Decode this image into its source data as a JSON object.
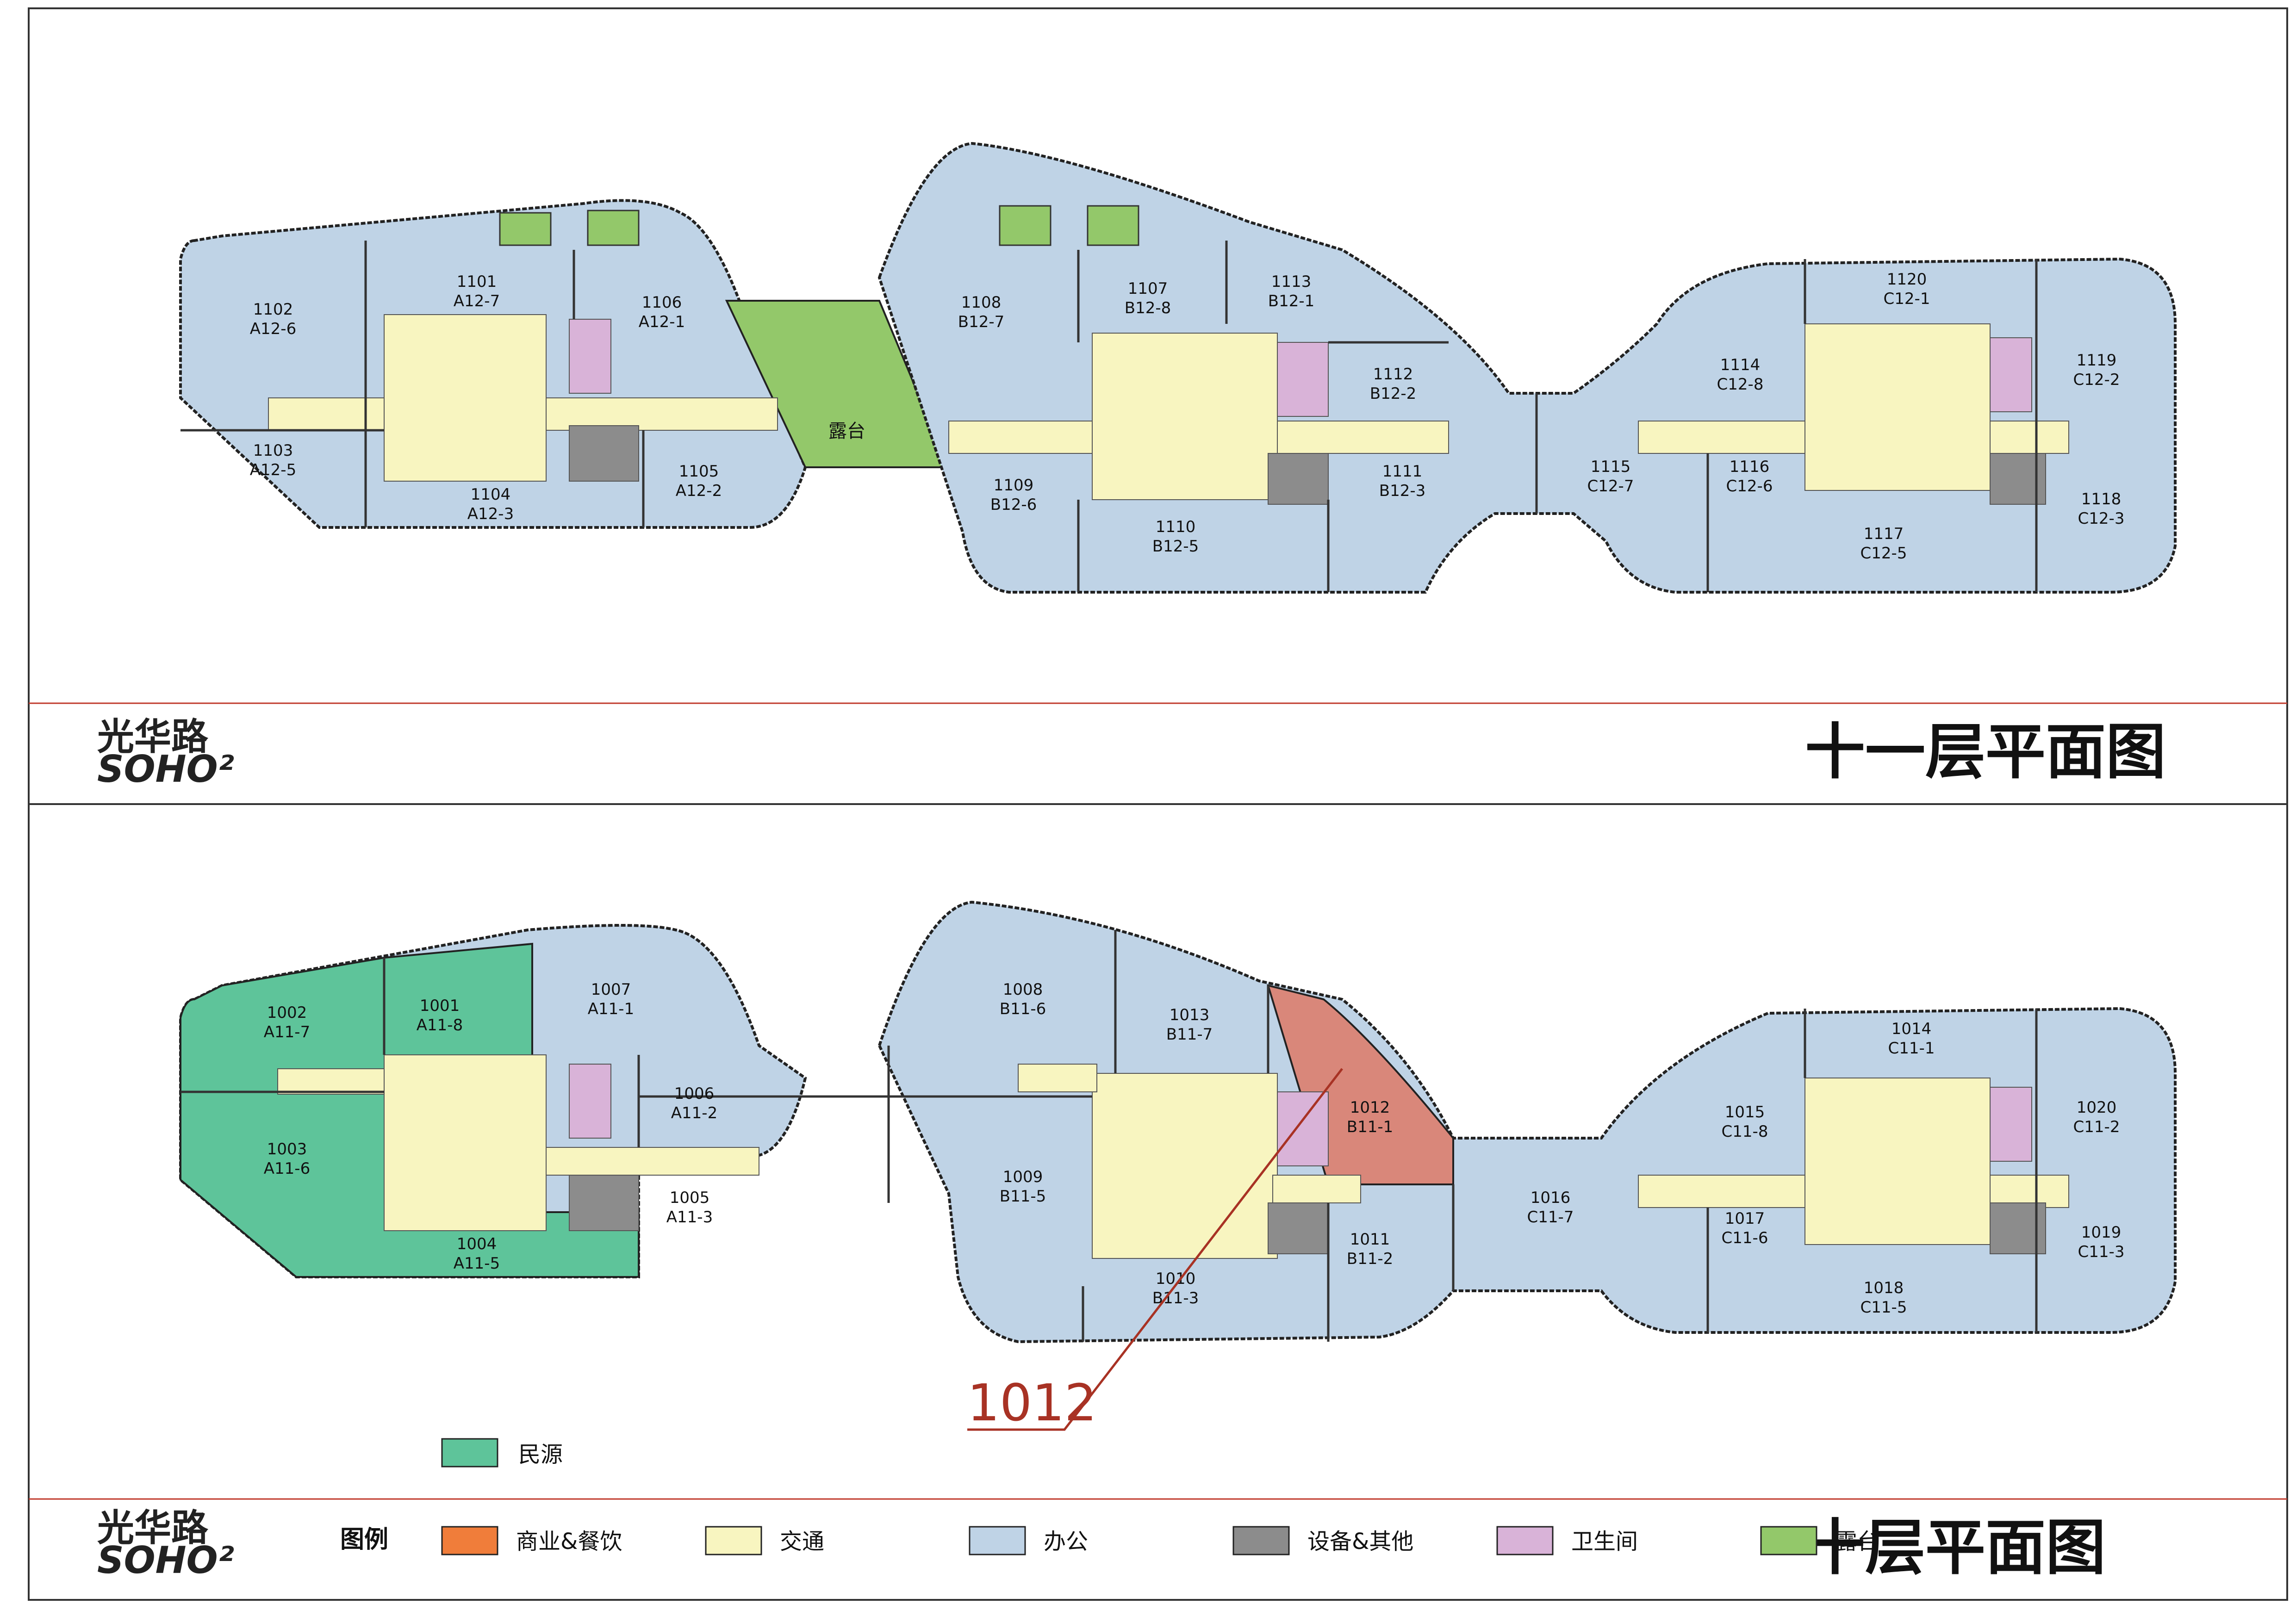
{
  "brand": {
    "line1": "光华路",
    "line2": "SOHO²"
  },
  "floors": [
    {
      "title": "十一层平面图",
      "units": [
        {
          "num": "1101",
          "code": "A12-7"
        },
        {
          "num": "1102",
          "code": "A12-6"
        },
        {
          "num": "1103",
          "code": "A12-5"
        },
        {
          "num": "1104",
          "code": "A12-3"
        },
        {
          "num": "1105",
          "code": "A12-2"
        },
        {
          "num": "1106",
          "code": "A12-1"
        },
        {
          "num": "1107",
          "code": "B12-8"
        },
        {
          "num": "1108",
          "code": "B12-7"
        },
        {
          "num": "1109",
          "code": "B12-6"
        },
        {
          "num": "1110",
          "code": "B12-5"
        },
        {
          "num": "1111",
          "code": "B12-3"
        },
        {
          "num": "1112",
          "code": "B12-2"
        },
        {
          "num": "1113",
          "code": "B12-1"
        },
        {
          "num": "1114",
          "code": "C12-8"
        },
        {
          "num": "1115",
          "code": "C12-7"
        },
        {
          "num": "1116",
          "code": "C12-6"
        },
        {
          "num": "1117",
          "code": "C12-5"
        },
        {
          "num": "1118",
          "code": "C12-3"
        },
        {
          "num": "1119",
          "code": "C12-2"
        },
        {
          "num": "1120",
          "code": "C12-1"
        }
      ],
      "terrace_label": "露台"
    },
    {
      "title": "十层平面图",
      "units": [
        {
          "num": "1001",
          "code": "A11-8"
        },
        {
          "num": "1002",
          "code": "A11-7"
        },
        {
          "num": "1003",
          "code": "A11-6"
        },
        {
          "num": "1004",
          "code": "A11-5"
        },
        {
          "num": "1005",
          "code": "A11-3"
        },
        {
          "num": "1006",
          "code": "A11-2"
        },
        {
          "num": "1007",
          "code": "A11-1"
        },
        {
          "num": "1008",
          "code": "B11-6"
        },
        {
          "num": "1009",
          "code": "B11-5"
        },
        {
          "num": "1010",
          "code": "B11-3"
        },
        {
          "num": "1011",
          "code": "B11-2"
        },
        {
          "num": "1012",
          "code": "B11-1"
        },
        {
          "num": "1013",
          "code": "B11-7"
        },
        {
          "num": "1014",
          "code": "C11-1"
        },
        {
          "num": "1015",
          "code": "C11-8"
        },
        {
          "num": "1016",
          "code": "C11-7"
        },
        {
          "num": "1017",
          "code": "C11-6"
        },
        {
          "num": "1018",
          "code": "C11-5"
        },
        {
          "num": "1019",
          "code": "C11-3"
        },
        {
          "num": "1020",
          "code": "C11-2"
        }
      ],
      "callout": "1012",
      "tenant_legend": "民源"
    }
  ],
  "legend": {
    "title": "图例",
    "items": [
      {
        "label": "商业&餐饮",
        "color": "#f07d3a"
      },
      {
        "label": "交通",
        "color": "#f8f5c0"
      },
      {
        "label": "办公",
        "color": "#bfd3e6"
      },
      {
        "label": "设备&其他",
        "color": "#8c8c8c"
      },
      {
        "label": "卫生间",
        "color": "#d9b3d8"
      },
      {
        "label": "露台",
        "color": "#93c86a"
      }
    ]
  },
  "colors": {
    "office": "#bfd3e6",
    "circulation": "#f8f5c0",
    "terrace": "#93c86a",
    "tenant": "#5ec49a",
    "highlight": "#d9877a",
    "equipment": "#8c8c8c",
    "toilet": "#d9b3d8",
    "red_line": "#c0392b",
    "callout": "#a83224"
  }
}
